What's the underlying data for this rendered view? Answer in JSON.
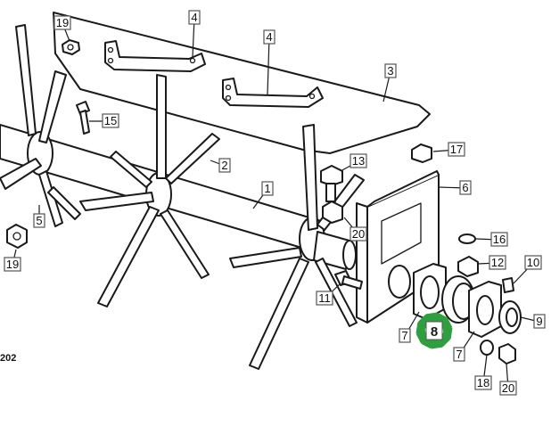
{
  "diagram": {
    "drawing_code": "202",
    "highlight_color": "#2e9e3e",
    "highlighted_callout": "8",
    "callouts": {
      "c19a": "19",
      "c4a": "4",
      "c4b": "4",
      "c3": "3",
      "c15": "15",
      "c2": "2",
      "c13": "13",
      "c17": "17",
      "c6": "6",
      "c1": "1",
      "c5": "5",
      "c19b": "19",
      "c20a": "20",
      "c16": "16",
      "c12": "12",
      "c10": "10",
      "c11": "11",
      "c7a": "7",
      "c8": "8",
      "c9": "9",
      "c7b": "7",
      "c18": "18",
      "c20b": "20"
    }
  }
}
